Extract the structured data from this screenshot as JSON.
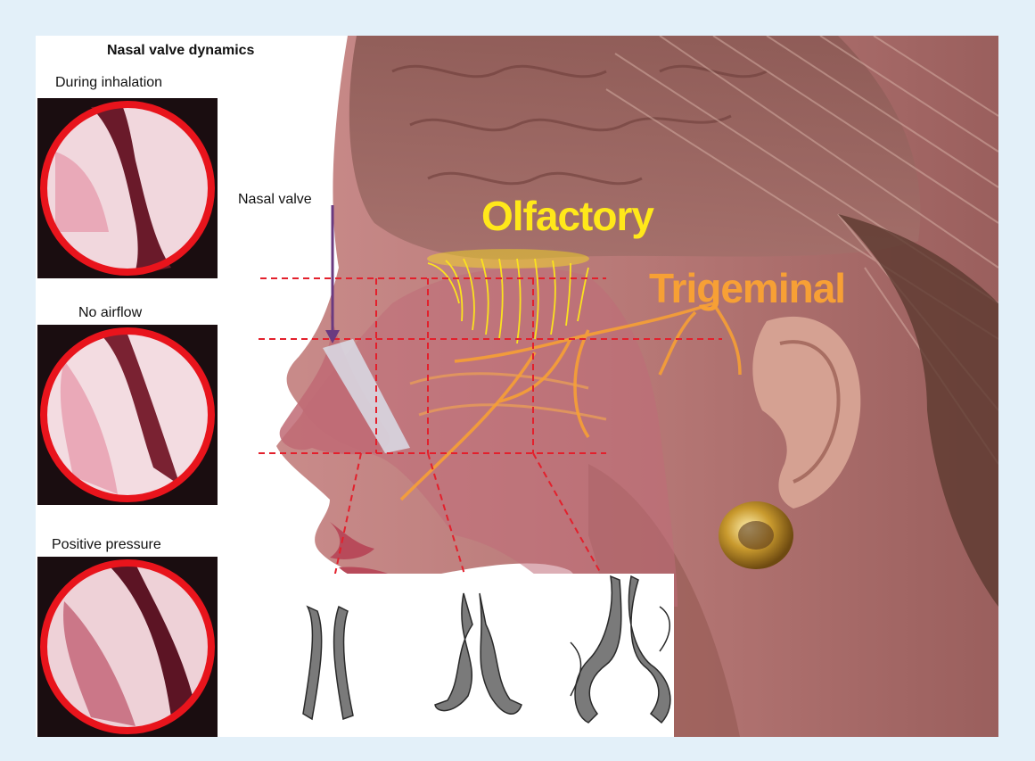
{
  "figure": {
    "title": "Nasal valve dynamics",
    "panels": [
      {
        "label": "During inhalation",
        "icon": "endoscopic-view-inhalation"
      },
      {
        "label": "No airflow",
        "icon": "endoscopic-view-no-airflow"
      },
      {
        "label": "Positive pressure",
        "icon": "endoscopic-view-positive-pressure"
      }
    ],
    "annotations": {
      "nasal_valve": "Nasal valve",
      "olfactory": "Olfactory",
      "trigeminal": "Trigeminal"
    },
    "colors": {
      "frame_background": "#e3f0f9",
      "olfactory": "#ffe81a",
      "trigeminal": "#f7a035",
      "section_lines": "#e3202c",
      "arrow": "#6a3a80",
      "endoscope_ring": "#e8141c"
    }
  }
}
